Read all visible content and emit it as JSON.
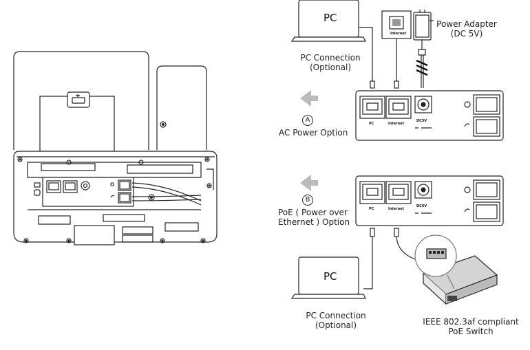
{
  "labels": {
    "pc_top": "PC",
    "pc_connection_top_line1": "PC Connection",
    "pc_connection_top_line2": "(Optional)",
    "power_adapter_line1": "Power Adapter",
    "power_adapter_line2": "(DC 5V)",
    "internet_jack": "Internet",
    "option_a_letter": "A",
    "option_a": "AC Power Option",
    "option_b_letter": "B",
    "option_b_line1": "PoE ( Power over",
    "option_b_line2": "Ethernet ) Option",
    "pc_bottom": "PC",
    "pc_connection_bottom_line1": "PC Connection",
    "pc_connection_bottom_line2": "(Optional)",
    "poe_switch_line1": "IEEE 802.3af compliant",
    "poe_switch_line2": "PoE Switch",
    "port_pc": "PC",
    "port_internet": "Internet",
    "port_dc": "DC5V"
  }
}
